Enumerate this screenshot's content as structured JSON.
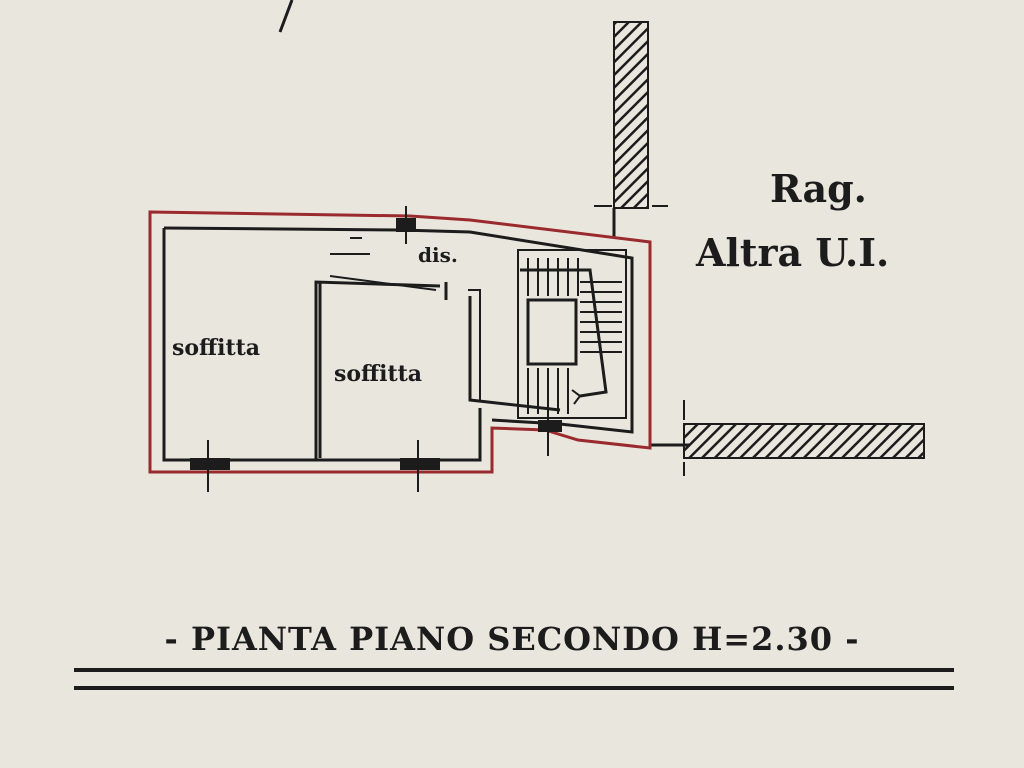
{
  "rooms": {
    "left_label": "soffitta",
    "center_label": "soffitta",
    "landing_label": "dis."
  },
  "neighbor": {
    "line1": "Rag.",
    "line2": "Altra U.I."
  },
  "plan_title": "- PIANTA PIANO SECONDO H=2.30 -",
  "colors": {
    "paper": "#e8e6dd",
    "ink": "#1c1c1c",
    "boundary": "#9a2a2e"
  }
}
